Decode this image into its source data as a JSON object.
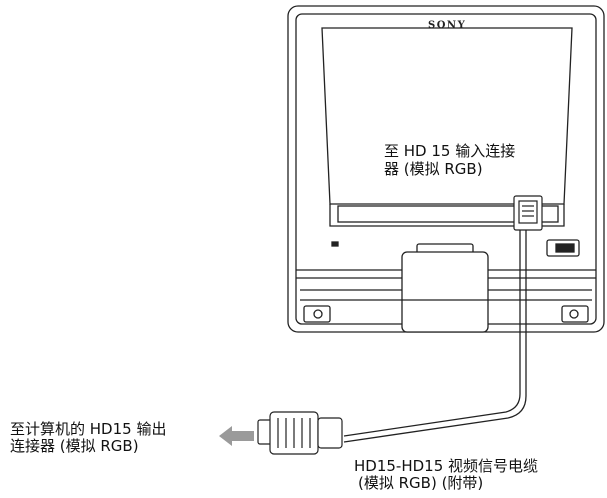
{
  "monitor": {
    "brand": "SONY"
  },
  "labels": {
    "monitor_input_line1": "至 HD 15 输入连接",
    "monitor_input_line2": "器 (模拟 RGB)",
    "computer_output_line1": "至计算机的 HD15 输出",
    "computer_output_line2": "连接器 (模拟 RGB)",
    "cable_line1": "HD15-HD15 视频信号电缆",
    "cable_line2": "(模拟 RGB) (附带)"
  }
}
